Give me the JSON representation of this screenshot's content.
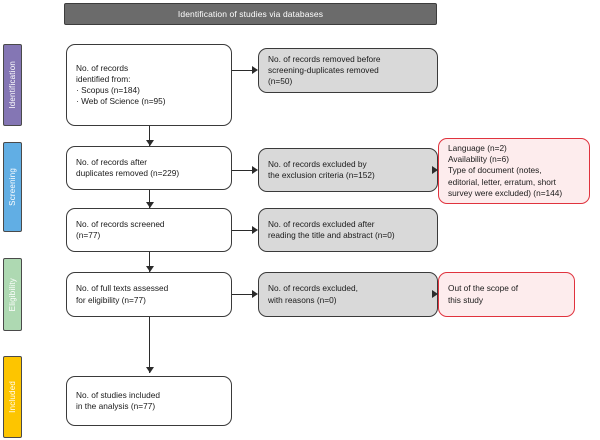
{
  "banner": {
    "label": "Identification of studies via databases"
  },
  "phases": [
    {
      "key": "identification",
      "label": "Identification",
      "color": "#8476b4"
    },
    {
      "key": "screening",
      "label": "Screening",
      "color": "#61aee4"
    },
    {
      "key": "eligibility",
      "label": "Eligibility",
      "color": "#aed9b2"
    },
    {
      "key": "included",
      "label": "Included",
      "color": "#fdc500"
    }
  ],
  "boxes": {
    "identified": "No. of records\nidentified from:\n · Scopus (n=184)\n · Web of Science (n=95)",
    "removed_before_screening": "No. of records removed before\nscreening-duplicates removed\n(n=50)",
    "after_duplicates": "No. of records after\nduplicates removed (n=229)",
    "excluded_by_criteria": "No. of records excluded by\nthe exclusion criteria (n=152)",
    "exclusion_reasons": "Language (n=2)\nAvailability (n=6)\nType of document (notes,\neditorial, letter, erratum, short\nsurvey were excluded) (n=144)",
    "screened": "No. of records screened\n(n=77)",
    "excluded_after_title_abstract": "No. of records excluded after\nreading the title and abstract (n=0)",
    "full_texts_assessed": "No. of full texts assessed\nfor eligibility (n=77)",
    "excluded_with_reasons": "No. of records excluded,\nwith reasons (n=0)",
    "out_of_scope": "Out of the scope of\nthis study",
    "studies_included": "No. of studies included\nin the analysis (n=77)"
  },
  "colors": {
    "banner_fill": "#6b6b6b",
    "gray_box_fill": "#d9d9d9",
    "pink_box_fill": "#fdeced",
    "pink_box_border": "#e0333e",
    "line": "#2b2b2b"
  }
}
